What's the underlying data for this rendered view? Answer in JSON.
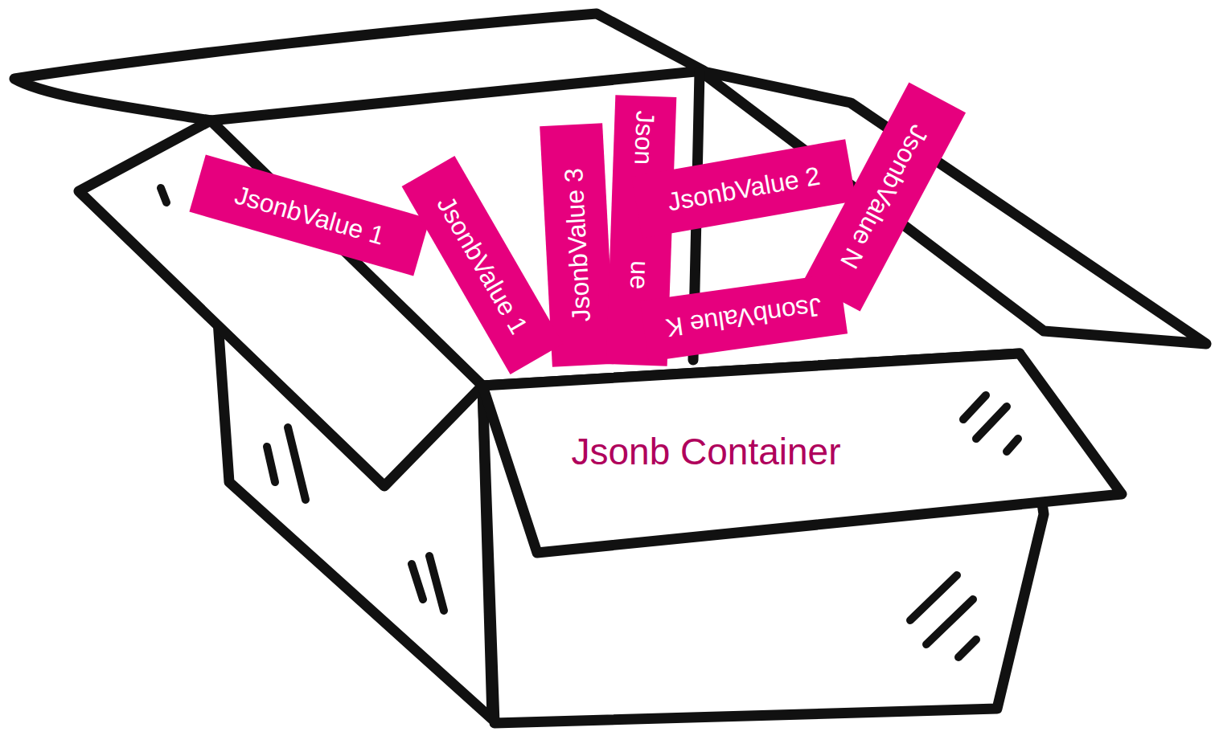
{
  "diagram": {
    "nodes": [
      {
        "text": [
          "Jsonb Container"
        ]
      },
      {
        "text": [
          "JsonbValue 1"
        ],
        "in": 0
      },
      {
        "text": [
          "JsonbValue 1"
        ],
        "in": 0
      },
      {
        "text": [
          "JsonbValue 3"
        ],
        "in": 0
      },
      {
        "text": [
          "Json",
          "ue"
        ],
        "in": 0
      },
      {
        "text": [
          "JsonbValue 2"
        ],
        "in": 0
      },
      {
        "text": [
          "JsonbValue K"
        ],
        "in": 0
      },
      {
        "text": [
          "JsonbValue N"
        ],
        "in": 0
      }
    ]
  }
}
